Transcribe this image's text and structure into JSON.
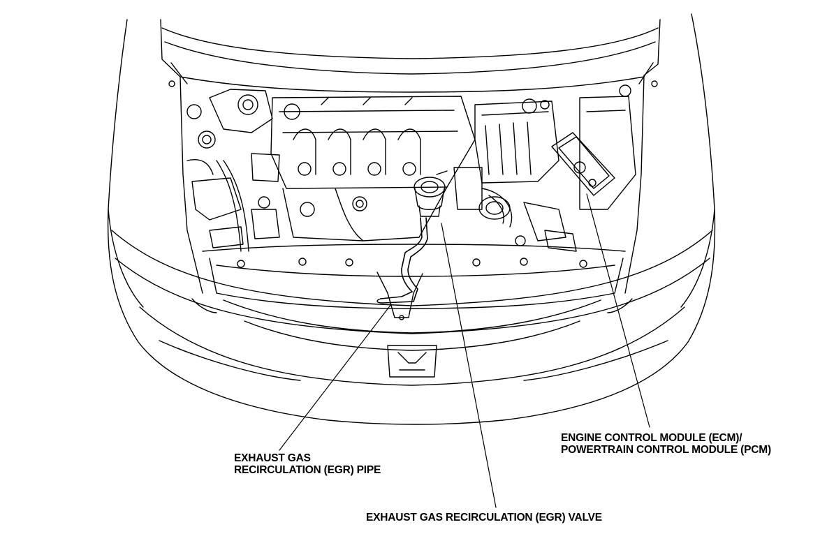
{
  "labels": {
    "egr_pipe": {
      "line1": "EXHAUST GAS",
      "line2": "RECIRCULATION (EGR) PIPE"
    },
    "egr_valve": {
      "line1": "EXHAUST GAS RECIRCULATION (EGR) VALVE"
    },
    "ecm_pcm": {
      "line1": "ENGINE CONTROL MODULE (ECM)/",
      "line2": "POWERTRAIN CONTROL MODULE (PCM)"
    }
  },
  "colors": {
    "ink": "#000000",
    "background": "#ffffff"
  }
}
